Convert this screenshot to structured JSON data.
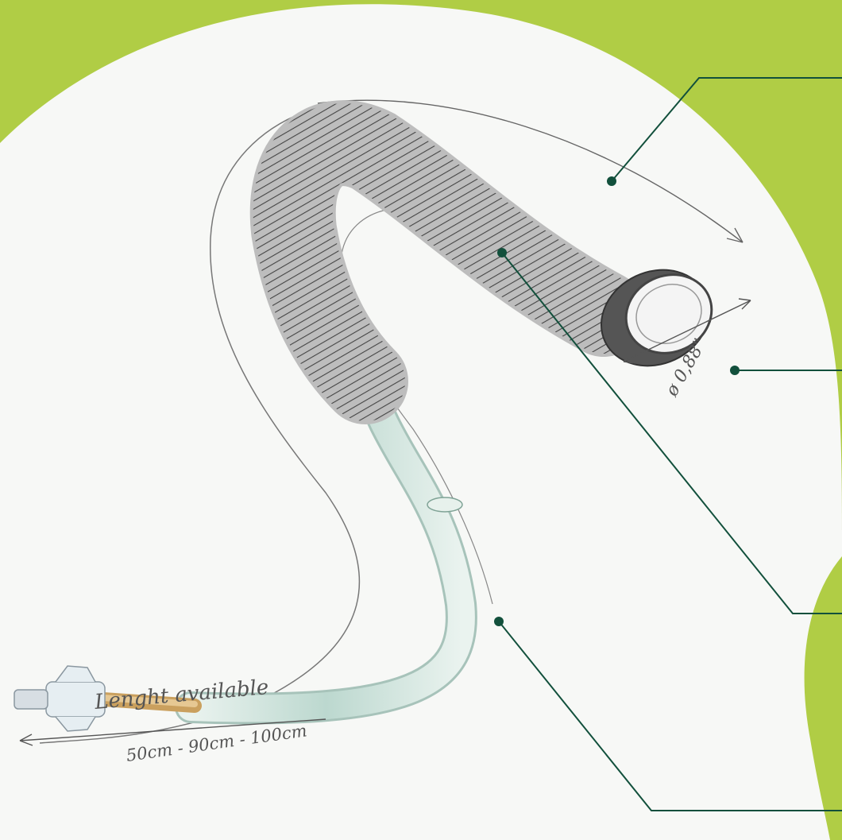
{
  "colors": {
    "background": "#b0cd45",
    "paper": "#f7f8f6",
    "leader_line": "#12503c",
    "sketch": "#6b6b6b",
    "tube": "#cfe3dc",
    "handle": "#d9b77c"
  },
  "annotations": {
    "diameter": "ø 0,88\"",
    "length_title": "Lenght available",
    "length_values": "50cm - 90cm - 100cm"
  },
  "callouts": [
    {
      "name": "callout-coil-outer"
    },
    {
      "name": "callout-coil-end-diameter"
    },
    {
      "name": "callout-coil-inner"
    },
    {
      "name": "callout-sheath"
    }
  ]
}
